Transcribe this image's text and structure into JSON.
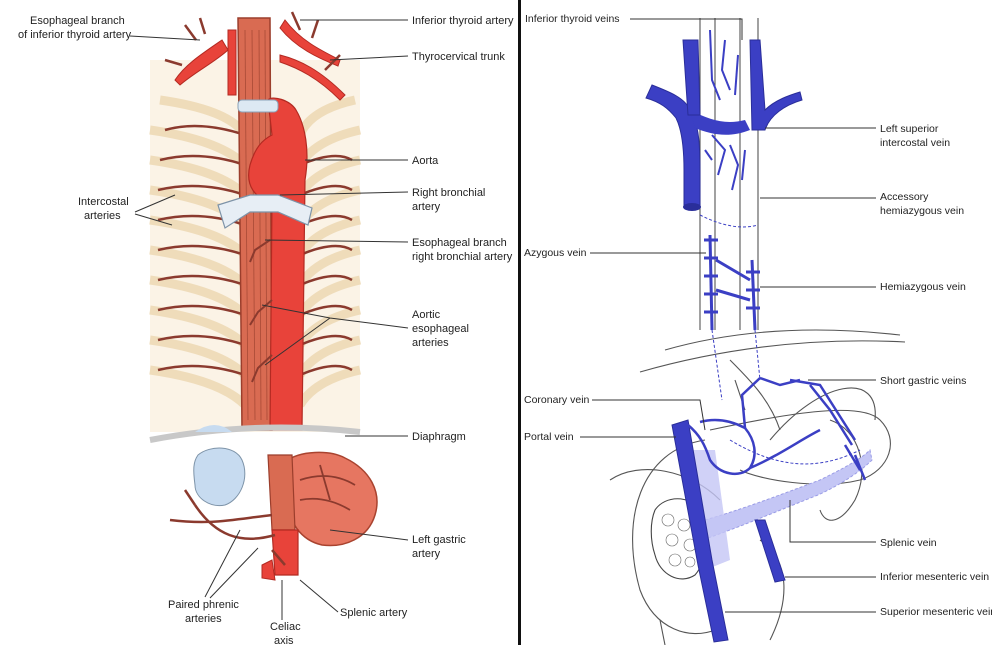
{
  "left_panel": {
    "labels": {
      "esophageal_branch_inferior_thyroid": [
        "Esophageal branch",
        "of inferior thyroid artery"
      ],
      "inferior_thyroid_artery": "Inferior thyroid artery",
      "thyrocervical_trunk": "Thyrocervical trunk",
      "intercostal_arteries": [
        "Intercostal",
        "arteries"
      ],
      "aorta": "Aorta",
      "right_bronchial_artery": [
        "Right bronchial",
        "artery"
      ],
      "esophageal_branch_right_bronchial": [
        "Esophageal branch",
        "right bronchial artery"
      ],
      "aortic_esophageal_arteries": [
        "Aortic",
        "esophageal",
        "arteries"
      ],
      "diaphragm": "Diaphragm",
      "left_gastric_artery": [
        "Left gastric",
        "artery"
      ],
      "paired_phrenic_arteries": [
        "Paired phrenic",
        "arteries"
      ],
      "splenic_artery": "Splenic artery",
      "celiac_axis": [
        "Celiac",
        "axis"
      ]
    },
    "colors": {
      "artery": "#e8433a",
      "esophagus": "#d96b52",
      "rib": "#f2e2c4",
      "branch": "#8b3a2e"
    }
  },
  "right_panel": {
    "labels": {
      "inferior_thyroid_veins": "Inferior thyroid veins",
      "left_superior_intercostal_vein": [
        "Left superior",
        "intercostal vein"
      ],
      "accessory_hemiazygous_vein": [
        "Accessory",
        "hemiazygous vein"
      ],
      "azygous_vein": "Azygous vein",
      "hemiazygous_vein": "Hemiazygous vein",
      "short_gastric_veins": "Short gastric veins",
      "coronary_vein": "Coronary vein",
      "portal_vein": "Portal vein",
      "splenic_vein": "Splenic vein",
      "inferior_mesenteric_vein": "Inferior mesenteric vein",
      "superior_mesenteric_vein": "Superior mesenteric vein"
    },
    "colors": {
      "vein": "#3b3fc4",
      "vein_light": "#a7a9f0",
      "outline": "#333333"
    }
  }
}
